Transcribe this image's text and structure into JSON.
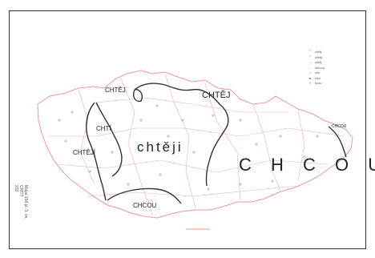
{
  "map": {
    "labels": {
      "chteji_nw": "CHTĚJ",
      "chteji_ne": "CHTĚJ",
      "chti": "CHTÍ",
      "chteji_w": "CHTĚJÍ",
      "chteji_center": "chtěji",
      "chcou_east": "C H C O U",
      "chcou_south": "CHCOU",
      "chcou_far_east": "CHCOU"
    },
    "legend": [
      {
        "symbol": "⌒",
        "text": "chtěj"
      },
      {
        "symbol": "⌒",
        "text": "chtěji"
      },
      {
        "symbol": "→",
        "text": "chtěj"
      },
      {
        "symbol": "→",
        "text": "chcouj"
      },
      {
        "symbol": "○",
        "text": "chtí"
      },
      {
        "symbol": "●",
        "text": "chcí"
      },
      {
        "symbol": "†",
        "text": "scou"
      }
    ],
    "side_note": [
      "Mapa 156 pl. 3. os.",
      "CHTÍT",
      "232"
    ],
    "colors": {
      "border": "#e89a9a",
      "isogloss": "#333333"
    }
  }
}
